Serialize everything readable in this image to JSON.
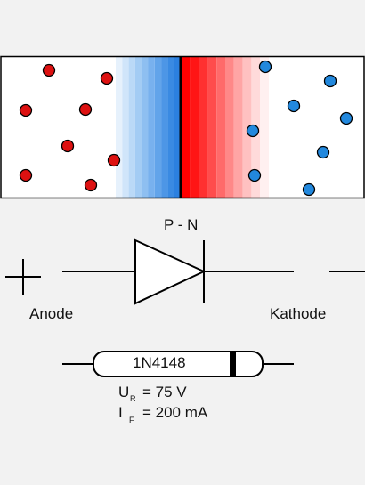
{
  "junction_label": "P - N",
  "anode_label": "Anode",
  "cathode_label": "Kathode",
  "part_number": "1N4148",
  "specs": {
    "ur_symbol": "U",
    "ur_sub": "R",
    "ur_value": "= 75 V",
    "if_symbol": "I",
    "if_sub": "F",
    "if_value": "= 200 mA"
  },
  "colors": {
    "hole": "#dd1111",
    "electron": "#2288dd",
    "background": "#f2f2f2"
  }
}
